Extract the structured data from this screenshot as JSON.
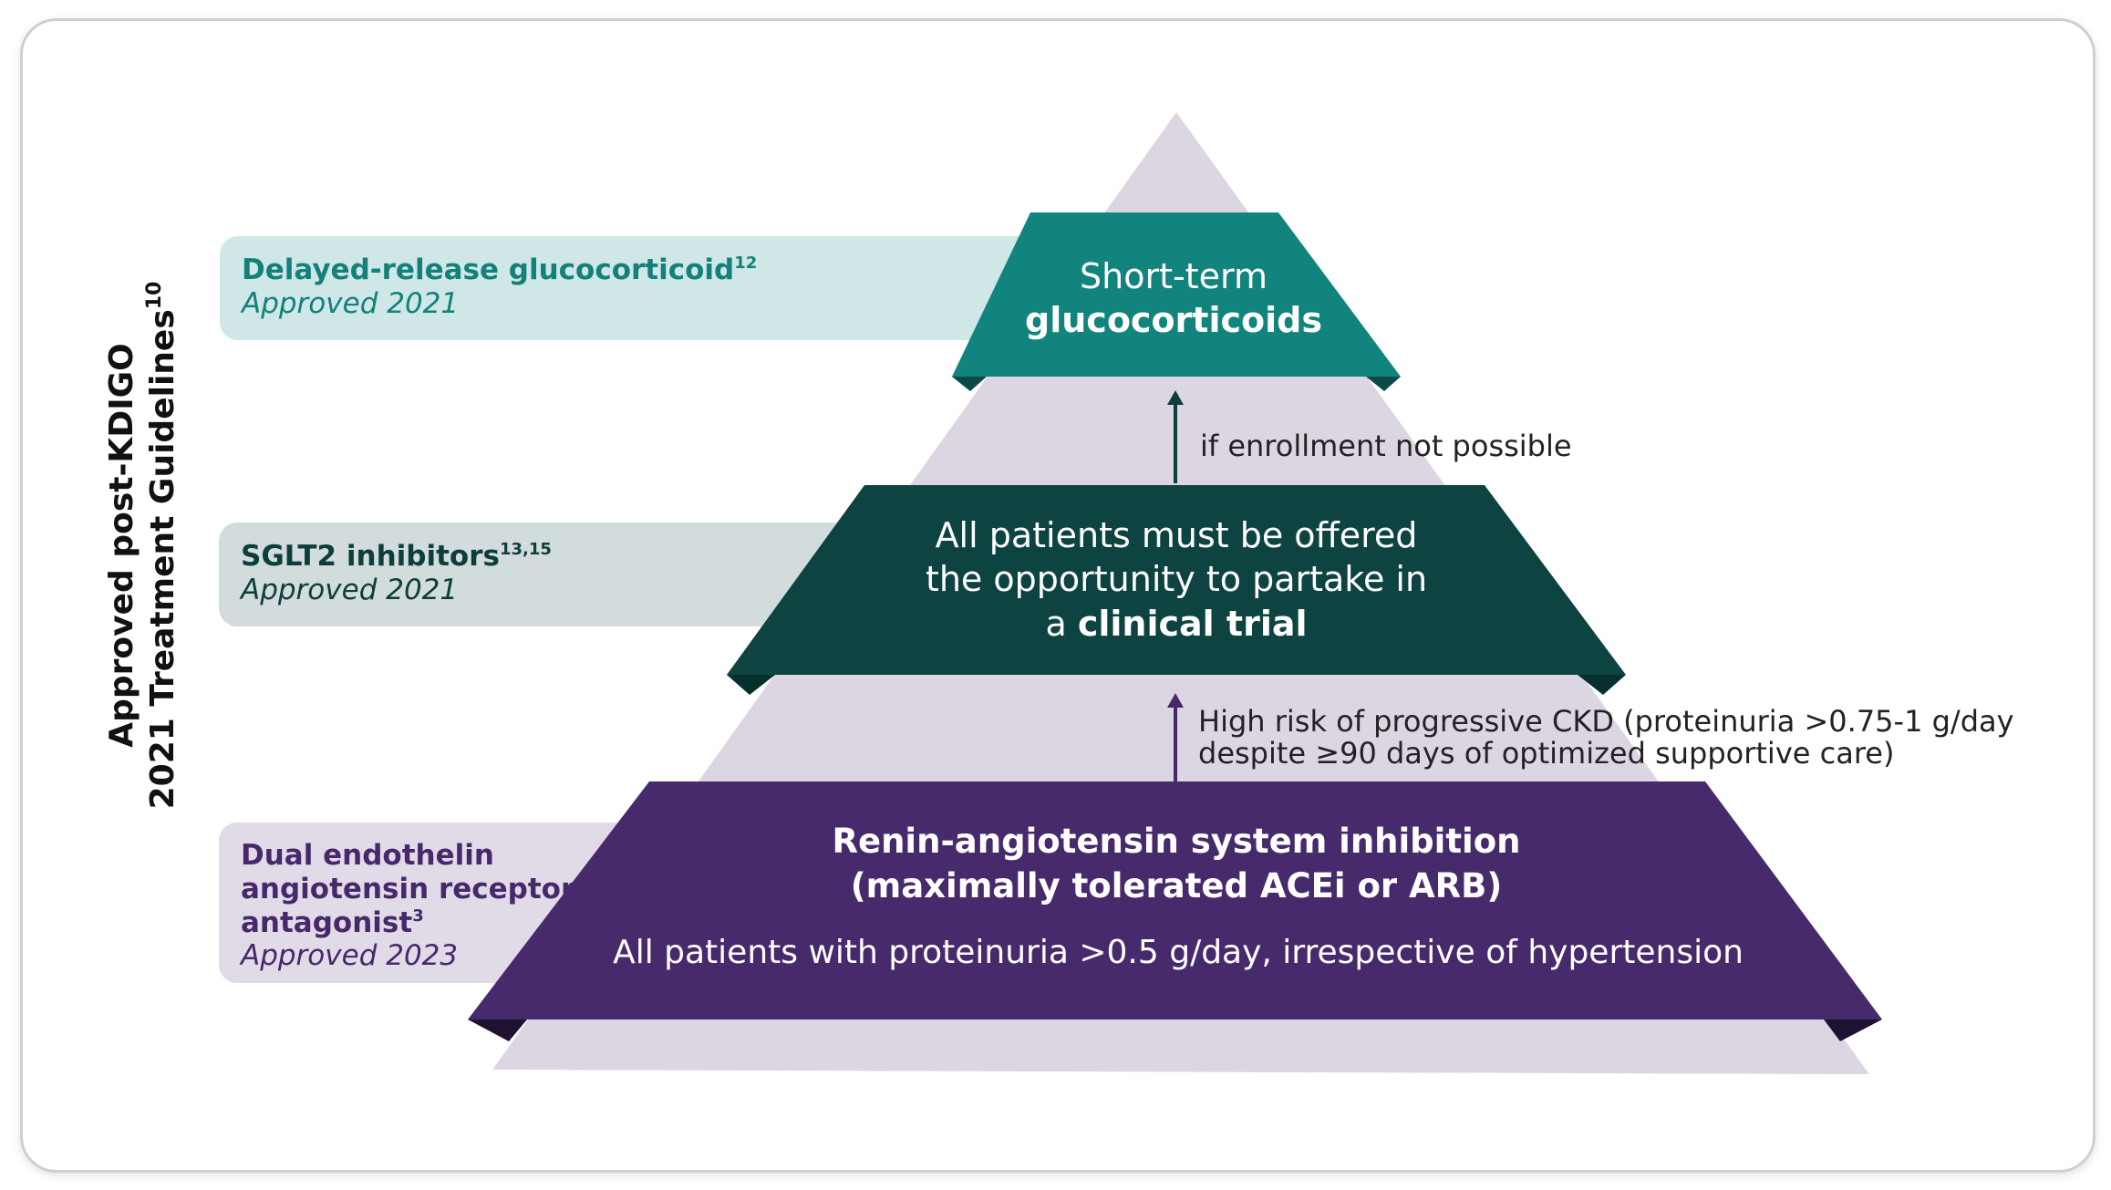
{
  "side_title": {
    "line1": "Approved post-KDIGO",
    "line2": "2021 Treatment Guidelines",
    "line2_sup": "10"
  },
  "approvals": [
    {
      "name": "Delayed-release glucocorticoid",
      "sup": "12",
      "status": "Approved 2021",
      "color": "#13807a",
      "bg": "#cfe7e7"
    },
    {
      "name": "SGLT2 inhibitors",
      "sup": "13,15",
      "status": "Approved 2021",
      "color": "#0d3e3c",
      "bg": "#d2dcdc"
    },
    {
      "name_lines": [
        "Dual endothelin",
        "angiotensin receptor",
        "antagonist"
      ],
      "sup": "3",
      "status": "Approved 2023",
      "color": "#47296b",
      "bg": "#e1dbe8"
    }
  ],
  "tiers": {
    "top": {
      "line1": "Short-term",
      "line2": "glucocorticoids",
      "color": "#11847e"
    },
    "middle": {
      "line1": "All patients must be offered",
      "line2": "the opportunity to partake in",
      "line3_prefix": "a ",
      "line3_bold": "clinical trial",
      "color": "#0d4341"
    },
    "bottom": {
      "line1": "Renin-angiotensin system inhibition",
      "line2": "(maximally tolerated ACEi or ARB)",
      "line3": "All patients with proteinuria >0.5 g/day, irrespective of hypertension",
      "color": "#472a6c"
    }
  },
  "arrows": {
    "upper": {
      "label": "if enrollment not possible",
      "color": "#0d3e3c"
    },
    "lower": {
      "line1": "High risk of progressive CKD (proteinuria >0.75-1 g/day",
      "line2": "despite ≥90 days of optimized supportive care)",
      "color": "#47296b"
    }
  },
  "colors": {
    "pyramid_bg": "#dcd6e3",
    "text_dark": "#222222",
    "white": "#ffffff"
  }
}
